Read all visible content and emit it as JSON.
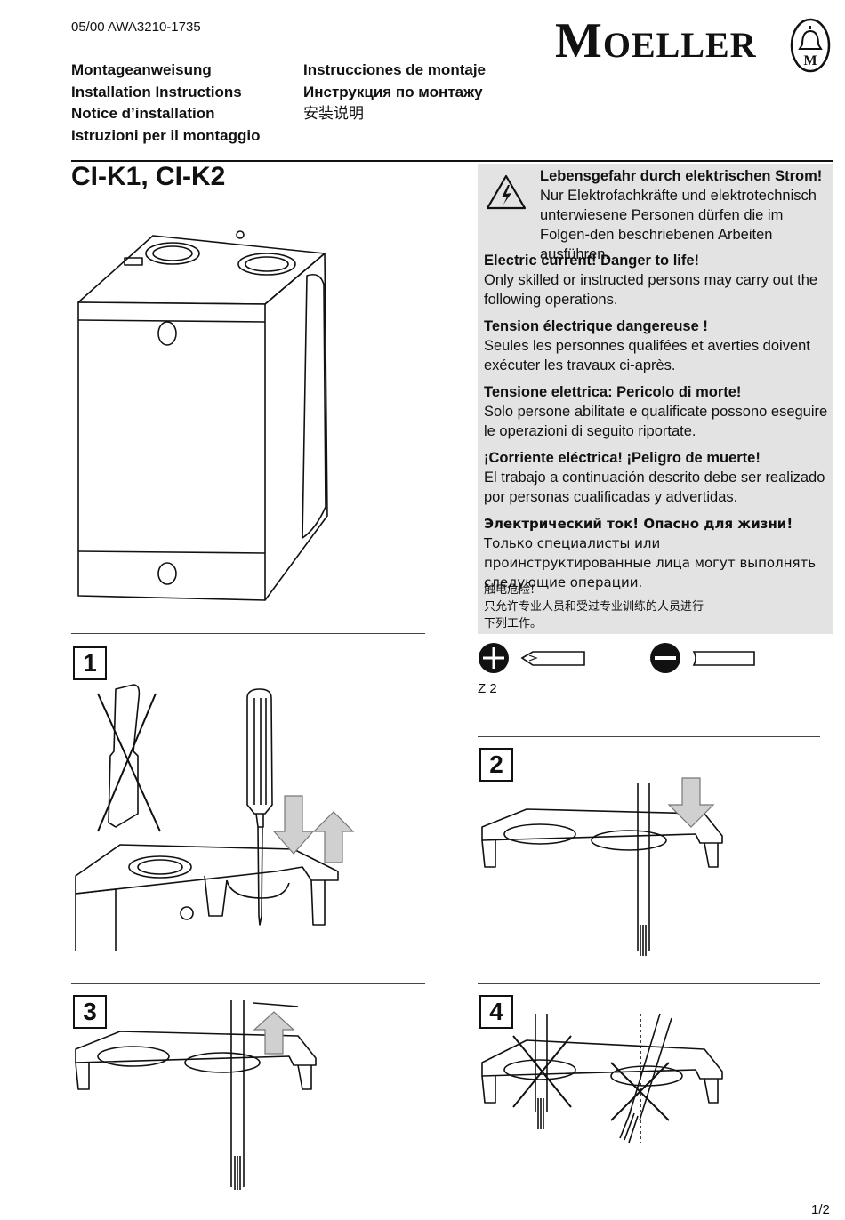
{
  "header": {
    "doc_number": "05/00 AWA3210-1735",
    "brand_main": "M",
    "brand_rest": "OELLER",
    "logo_letter": "M"
  },
  "titles": {
    "left": [
      "Montageanweisung",
      "Installation Instructions",
      "Notice d’installation",
      "Istruzioni per il montaggio"
    ],
    "right": [
      "Instrucciones de montaje",
      "Инструкция по монтажу",
      "安装说明"
    ]
  },
  "product": "CI-K1, CI-K2",
  "warnings": [
    {
      "title": "Lebensgefahr durch elektrischen Strom!",
      "body": "Nur Elektrofachkräfte und elektrotechnisch unterwiesene Personen dürfen die im Folgen-den beschriebenen Arbeiten ausführen."
    },
    {
      "title": "Electric current! Danger to life!",
      "body": "Only skilled or instructed persons may carry out the following operations."
    },
    {
      "title": "Tension électrique dangereuse !",
      "body": "Seules les personnes qualifées et averties doivent exécuter les travaux ci-après."
    },
    {
      "title": "Tensione elettrica: Pericolo di morte!",
      "body": "Solo persone abilitate e qualificate possono eseguire le operazioni di seguito riportate."
    },
    {
      "title": "¡Corriente eléctrica! ¡Peligro de muerte!",
      "body": "El trabajo a continuación descrito debe ser realizado por personas cualificadas y advertidas."
    },
    {
      "title": "Электрический ток! Опасно для жизни!",
      "body": "Только специалисты или проинструктированные лица могут выполнять следующие операции."
    },
    {
      "title": "触电危险!",
      "body_lines": [
        "只允许专业人员和受过专业训练的人员进行",
        "下列工作。"
      ]
    }
  ],
  "tools": {
    "phillips_size": "Z 2"
  },
  "steps": [
    "1",
    "2",
    "3",
    "4"
  ],
  "page_number": "1/2"
}
